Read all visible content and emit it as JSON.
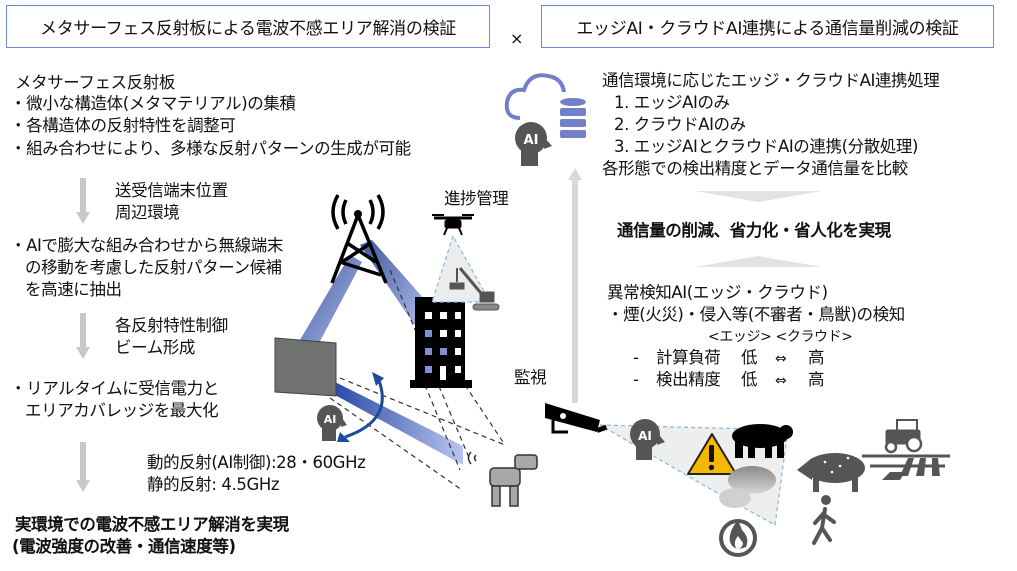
{
  "header": {
    "left_title": "メタサーフェス反射板による電波不感エリア解消の検証",
    "times_symbol": "×",
    "right_title": "エッジAI・クラウドAI連携による通信量削減の検証"
  },
  "left": {
    "heading": "メタサーフェス反射板",
    "bullets": [
      "・微小な構造体(メタマテリアル)の集積",
      "・各構造体の反射特性を調整可",
      "・組み合わせにより、多様な反射パターンの生成が可能"
    ],
    "step1_inputs": [
      "送受信端末位置",
      "周辺環境"
    ],
    "ai_extract": [
      "・AIで膨大な組み合わせから無線端末",
      "の移動を考慮した反射パターン候補",
      "を高速に抽出"
    ],
    "step2_inputs": [
      "各反射特性制御",
      "ビーム形成"
    ],
    "realtime": [
      "・リアルタイムに受信電力と",
      "エリアカバレッジを最大化"
    ],
    "freq": [
      "動的反射(AI制御):28・60GHz",
      "静的反射: 4.5GHz"
    ],
    "result": [
      "実環境での電波不感エリア解消を実現",
      "(電波強度の改善・通信速度等)"
    ]
  },
  "center": {
    "progress_label": "進捗管理",
    "monitor_label": "監視",
    "ai_badge": "AI"
  },
  "right": {
    "processing": [
      "通信環境に応じたエッジ・クラウドAI連携処理",
      "1. エッジAIのみ",
      "2. クラウドAIのみ",
      "3. エッジAIとクラウドAIの連携(分散処理)",
      "各形態での検出精度とデータ通信量を比較"
    ],
    "outcome": "通信量の削減、省力化・省人化を実現",
    "anomaly": [
      "異常検知AI(エッジ・クラウド)",
      "・煙(火災)・侵入等(不審者・鳥獣)の検知"
    ],
    "compare_header": "<エッジ> <クラウド>",
    "compare_rows": [
      {
        "dash": "-",
        "label": "計算負荷",
        "edge": "低",
        "arrow": "⇔",
        "cloud": "高"
      },
      {
        "dash": "-",
        "label": "検出精度",
        "edge": "低",
        "arrow": "⇔",
        "cloud": "高"
      }
    ],
    "warning_glyph": "!"
  },
  "colors": {
    "box_border": "#6f86d6",
    "beam_blue": "#2b4aa8",
    "cloud_blue": "#7280c8",
    "icon_gray": "#555555",
    "warning_yellow": "#f5b800",
    "arrow_gray": "#c8c8c8"
  }
}
